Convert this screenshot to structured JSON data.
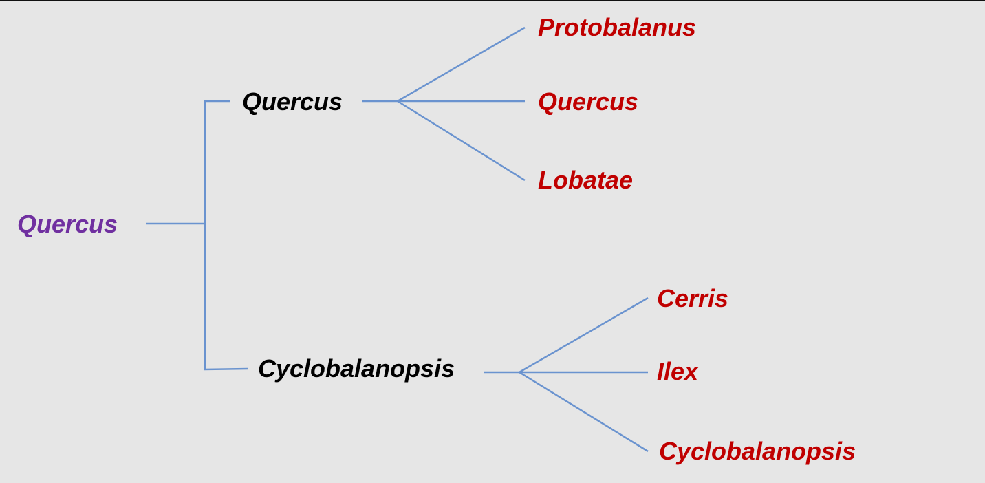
{
  "tree": {
    "root": {
      "label": "Quercus"
    },
    "subgenera": [
      {
        "label": "Quercus",
        "sections": [
          {
            "label": "Protobalanus"
          },
          {
            "label": "Quercus"
          },
          {
            "label": "Lobatae"
          }
        ]
      },
      {
        "label": "Cyclobalanopsis",
        "sections": [
          {
            "label": "Cerris"
          },
          {
            "label": "Ilex"
          },
          {
            "label": "Cyclobalanopsis"
          }
        ]
      }
    ]
  },
  "colors": {
    "root": "#7030a0",
    "subgenus": "#000000",
    "section": "#c00000",
    "lines": "#6a93cf",
    "background": "#e6e6e6"
  }
}
